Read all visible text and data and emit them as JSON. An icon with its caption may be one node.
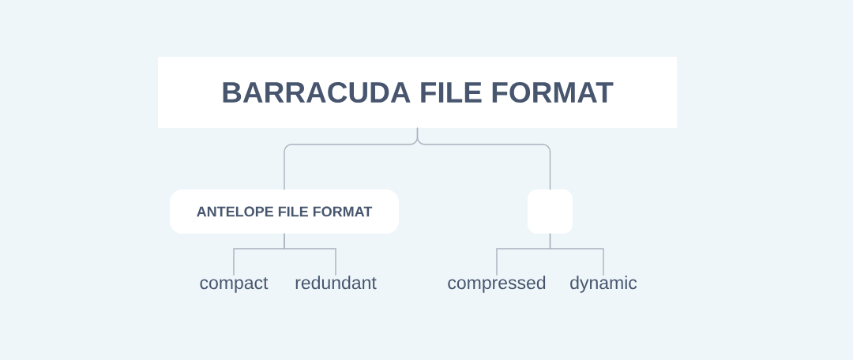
{
  "diagram": {
    "nodes": [
      {
        "text": [
          "BARRACUDA FILE FORMAT"
        ]
      },
      {
        "text": [
          "ANTELOPE FILE FORMAT"
        ]
      },
      {
        "text": [],
        "shape": "box"
      },
      {
        "text": [
          "compact"
        ]
      },
      {
        "text": [
          "redundant"
        ]
      },
      {
        "text": [
          "compressed"
        ]
      },
      {
        "text": [
          "dynamic"
        ]
      }
    ],
    "edges": [
      {
        "from": 0,
        "to": 1,
        "arrow": "none"
      },
      {
        "from": 0,
        "to": 2,
        "arrow": "none"
      },
      {
        "from": 1,
        "to": 3,
        "arrow": "none"
      },
      {
        "from": 1,
        "to": 4,
        "arrow": "none"
      },
      {
        "from": 2,
        "to": 5,
        "arrow": "none"
      },
      {
        "from": 2,
        "to": 6,
        "arrow": "none"
      }
    ]
  }
}
